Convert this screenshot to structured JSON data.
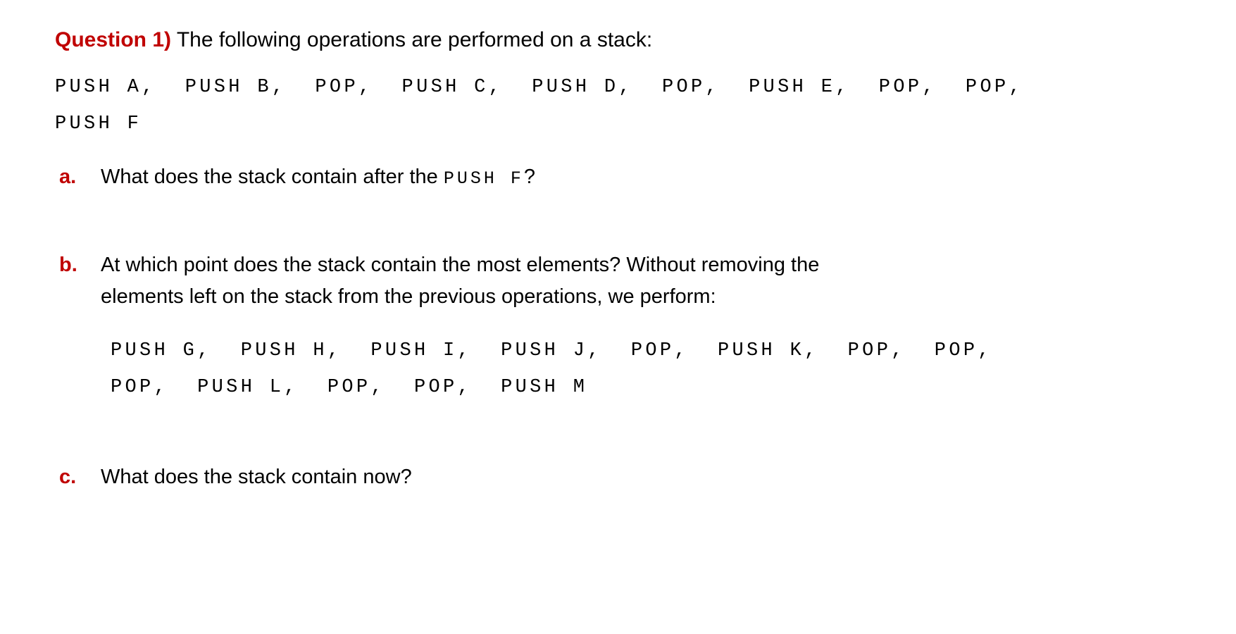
{
  "document": {
    "heading": {
      "label": "Question 1)",
      "text": "The following operations are performed on a stack:",
      "label_color": "#C00000"
    },
    "intro_operations": {
      "line1": "PUSH A,  PUSH B,  POP,  PUSH C,  PUSH D,  POP,  PUSH E,  POP,  POP,",
      "line2": "PUSH F"
    },
    "questions": [
      {
        "marker": "a.",
        "text_before": "What does the stack contain after the ",
        "code": "PUSH F",
        "text_after": "?"
      },
      {
        "marker": "b.",
        "line1": "At which point does the stack contain the most elements? Without removing the",
        "line2": "elements left on the stack from the previous operations, we perform:",
        "operations": {
          "line1": "PUSH G,  PUSH H,  PUSH I,  PUSH J,  POP,  PUSH K,  POP,  POP,",
          "line2": "POP,  PUSH L,  POP,  POP,  PUSH M"
        }
      },
      {
        "marker": "c.",
        "text": "What does the stack contain now?"
      }
    ]
  }
}
